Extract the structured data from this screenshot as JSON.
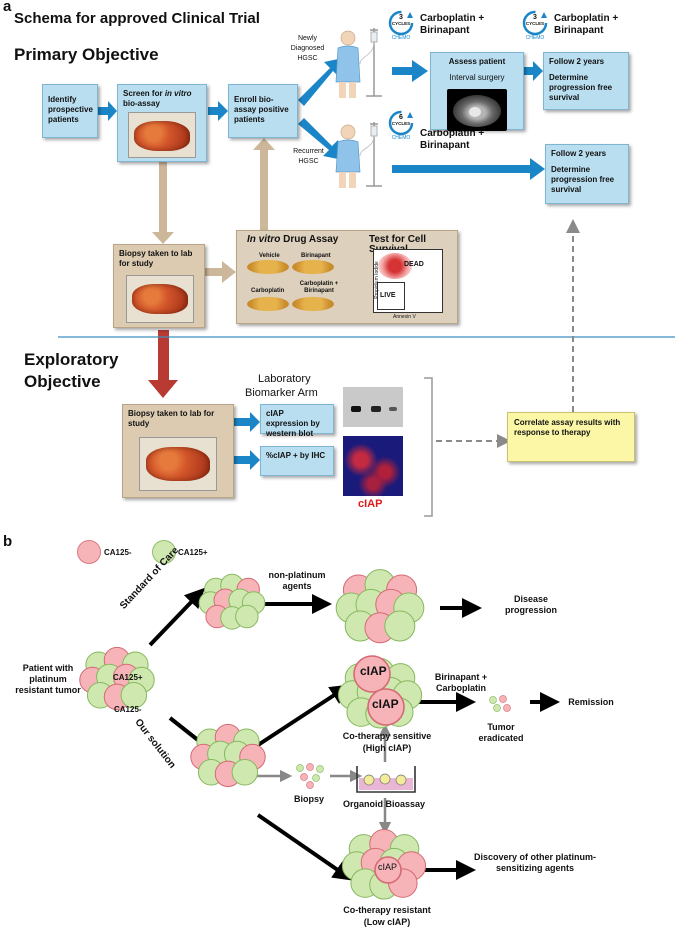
{
  "panel_a": {
    "letter": "a",
    "title": "Schema for approved Clinical Trial",
    "primary_objective": "Primary Objective",
    "exploratory_objective_1": "Exploratory",
    "exploratory_objective_2": "Objective",
    "identify": "Identify prospective patients",
    "screen_1": "Screen for",
    "screen_italic": "in vitro",
    "screen_2": "bio-assay",
    "enroll": "Enroll bio-assay positive patients",
    "newly_diagnosed": "Newly Diagnosed HGSC",
    "recurrent": "Recurrent HGSC",
    "chemo_top_cycles": "3",
    "chemo_bottom_cycles": "6",
    "chemo_right_cycles": "3",
    "cycles_word": "CYCLES",
    "chemo_word": "CHEMO",
    "drug_1": "Carboplatin + Birinapant",
    "drug_2": "Carboplatin + Birinapant",
    "drug_3": "Carboplatin + Birinapant",
    "assess_patient": "Assess patient",
    "interval_surgery": "Interval surgery",
    "follow_1": "Follow 2 years",
    "determine_1": "Determine progression free survival",
    "follow_2": "Follow 2 years",
    "determine_2": "Determine progression free survival",
    "biopsy_1": "Biopsy taken to lab for study",
    "in_vitro_italic": "In vitro",
    "drug_assay": "Drug Assay",
    "vehicle": "Vehicle",
    "birinapant": "Birinapant",
    "carboplatin": "Carboplatin",
    "carbo_biri": "Carboplatin + Birinapant",
    "test_survival": "Test for Cell Survival",
    "dead": "DEAD",
    "live": "LIVE",
    "axis_y": "Propidium Iodide",
    "axis_x": "Annexin V",
    "lab_arm_1": "Laboratory",
    "lab_arm_2": "Biomarker Arm",
    "biopsy_2": "Biopsy taken to lab for study",
    "ciap_expression": "cIAP expression by western blot",
    "ciap_ihc": "%cIAP + by IHC",
    "ciap_red": "cIAP",
    "correlate": "Correlate assay results with response to therapy"
  },
  "panel_b": {
    "letter": "b",
    "legend_neg": "CA125-",
    "legend_pos": "CA125+",
    "patient": "Patient with platinum resistant tumor",
    "ca125_pos_label": "CA125+",
    "ca125_neg_label": "CA125-",
    "standard_of_care": "Standard of Care",
    "our_solution": "Our solution",
    "non_platinum": "non-platinum agents",
    "disease_progression": "Disease progression",
    "ciap_1": "cIAP",
    "ciap_2": "cIAP",
    "ciap_3": "cIAP",
    "cotherapy_sensitive": "Co-therapy sensitive",
    "high_ciap": "(High cIAP)",
    "biri_carbo": "Birinapant + Carboplatin",
    "tumor_eradicated": "Tumor eradicated",
    "remission": "Remission",
    "biopsy": "Biopsy",
    "organoid": "Organoid Bioassay",
    "discovery": "Discovery of other platinum-sensitizing agents",
    "cotherapy_resistant": "Co-therapy resistant",
    "low_ciap": "(Low cIAP)"
  },
  "colors": {
    "blue_box": "#b8def0",
    "tan_box": "#dccbb1",
    "yellow_box": "#fbf7a6",
    "arrow_blue": "#1a86c8",
    "arrow_tan": "#cdb79a",
    "arrow_red": "#b83a32",
    "ca125_neg": "#f7b4b8",
    "ca125_pos": "#cfe8b0",
    "ciap_red": "#e01b1b"
  }
}
